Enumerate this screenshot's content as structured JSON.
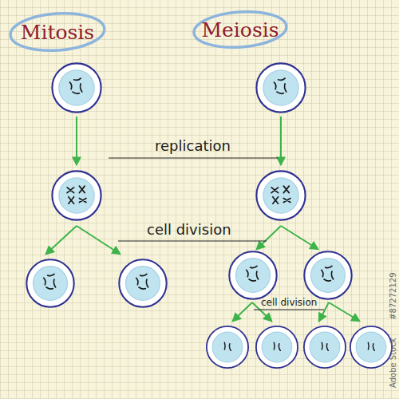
{
  "diagram": {
    "nodes": [
      {
        "text": [
          "Mitosis"
        ]
      },
      {
        "text": [
          "Meiosis"
        ]
      }
    ],
    "labels": [
      "replication",
      "cell division",
      "cell division",
      "Adobe Stock",
      "#87272129"
    ]
  }
}
